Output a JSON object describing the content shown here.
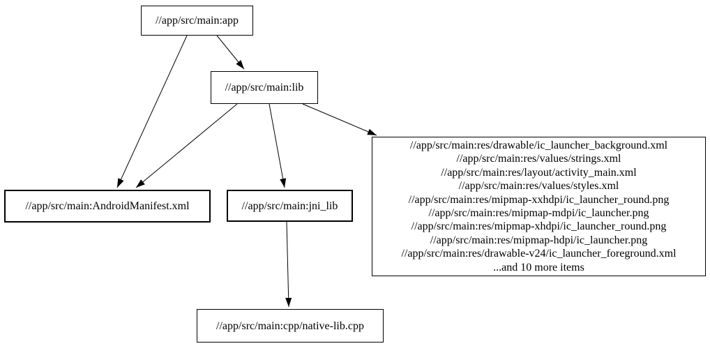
{
  "diagram": {
    "kind": "dependency-graph",
    "background_color": "#ffffff",
    "node_fill_color": "#ffffff",
    "node_border_color": "#000000",
    "edge_color": "#000000",
    "text_color": "#000000"
  },
  "nodes": {
    "app": {
      "label": "//app/src/main:app"
    },
    "lib": {
      "label": "//app/src/main:lib"
    },
    "manifest": {
      "label": "//app/src/main:AndroidManifest.xml"
    },
    "jni_lib": {
      "label": "//app/src/main:jni_lib"
    },
    "native_cpp": {
      "label": "//app/src/main:cpp/native-lib.cpp"
    },
    "res_group": {
      "lines": [
        "//app/src/main:res/drawable/ic_launcher_background.xml",
        "//app/src/main:res/values/strings.xml",
        "//app/src/main:res/layout/activity_main.xml",
        "//app/src/main:res/values/styles.xml",
        "//app/src/main:res/mipmap-xxhdpi/ic_launcher_round.png",
        "//app/src/main:res/mipmap-mdpi/ic_launcher.png",
        "//app/src/main:res/mipmap-xhdpi/ic_launcher_round.png",
        "//app/src/main:res/mipmap-hdpi/ic_launcher.png",
        "//app/src/main:res/drawable-v24/ic_launcher_foreground.xml",
        "...and 10 more items"
      ]
    }
  },
  "edges": [
    {
      "from": "//app/src/main:app",
      "to": "//app/src/main:lib"
    },
    {
      "from": "//app/src/main:app",
      "to": "//app/src/main:AndroidManifest.xml"
    },
    {
      "from": "//app/src/main:lib",
      "to": "//app/src/main:AndroidManifest.xml"
    },
    {
      "from": "//app/src/main:lib",
      "to": "//app/src/main:jni_lib"
    },
    {
      "from": "//app/src/main:lib",
      "to": "//app/src/main:res (group)"
    },
    {
      "from": "//app/src/main:jni_lib",
      "to": "//app/src/main:cpp/native-lib.cpp"
    }
  ]
}
